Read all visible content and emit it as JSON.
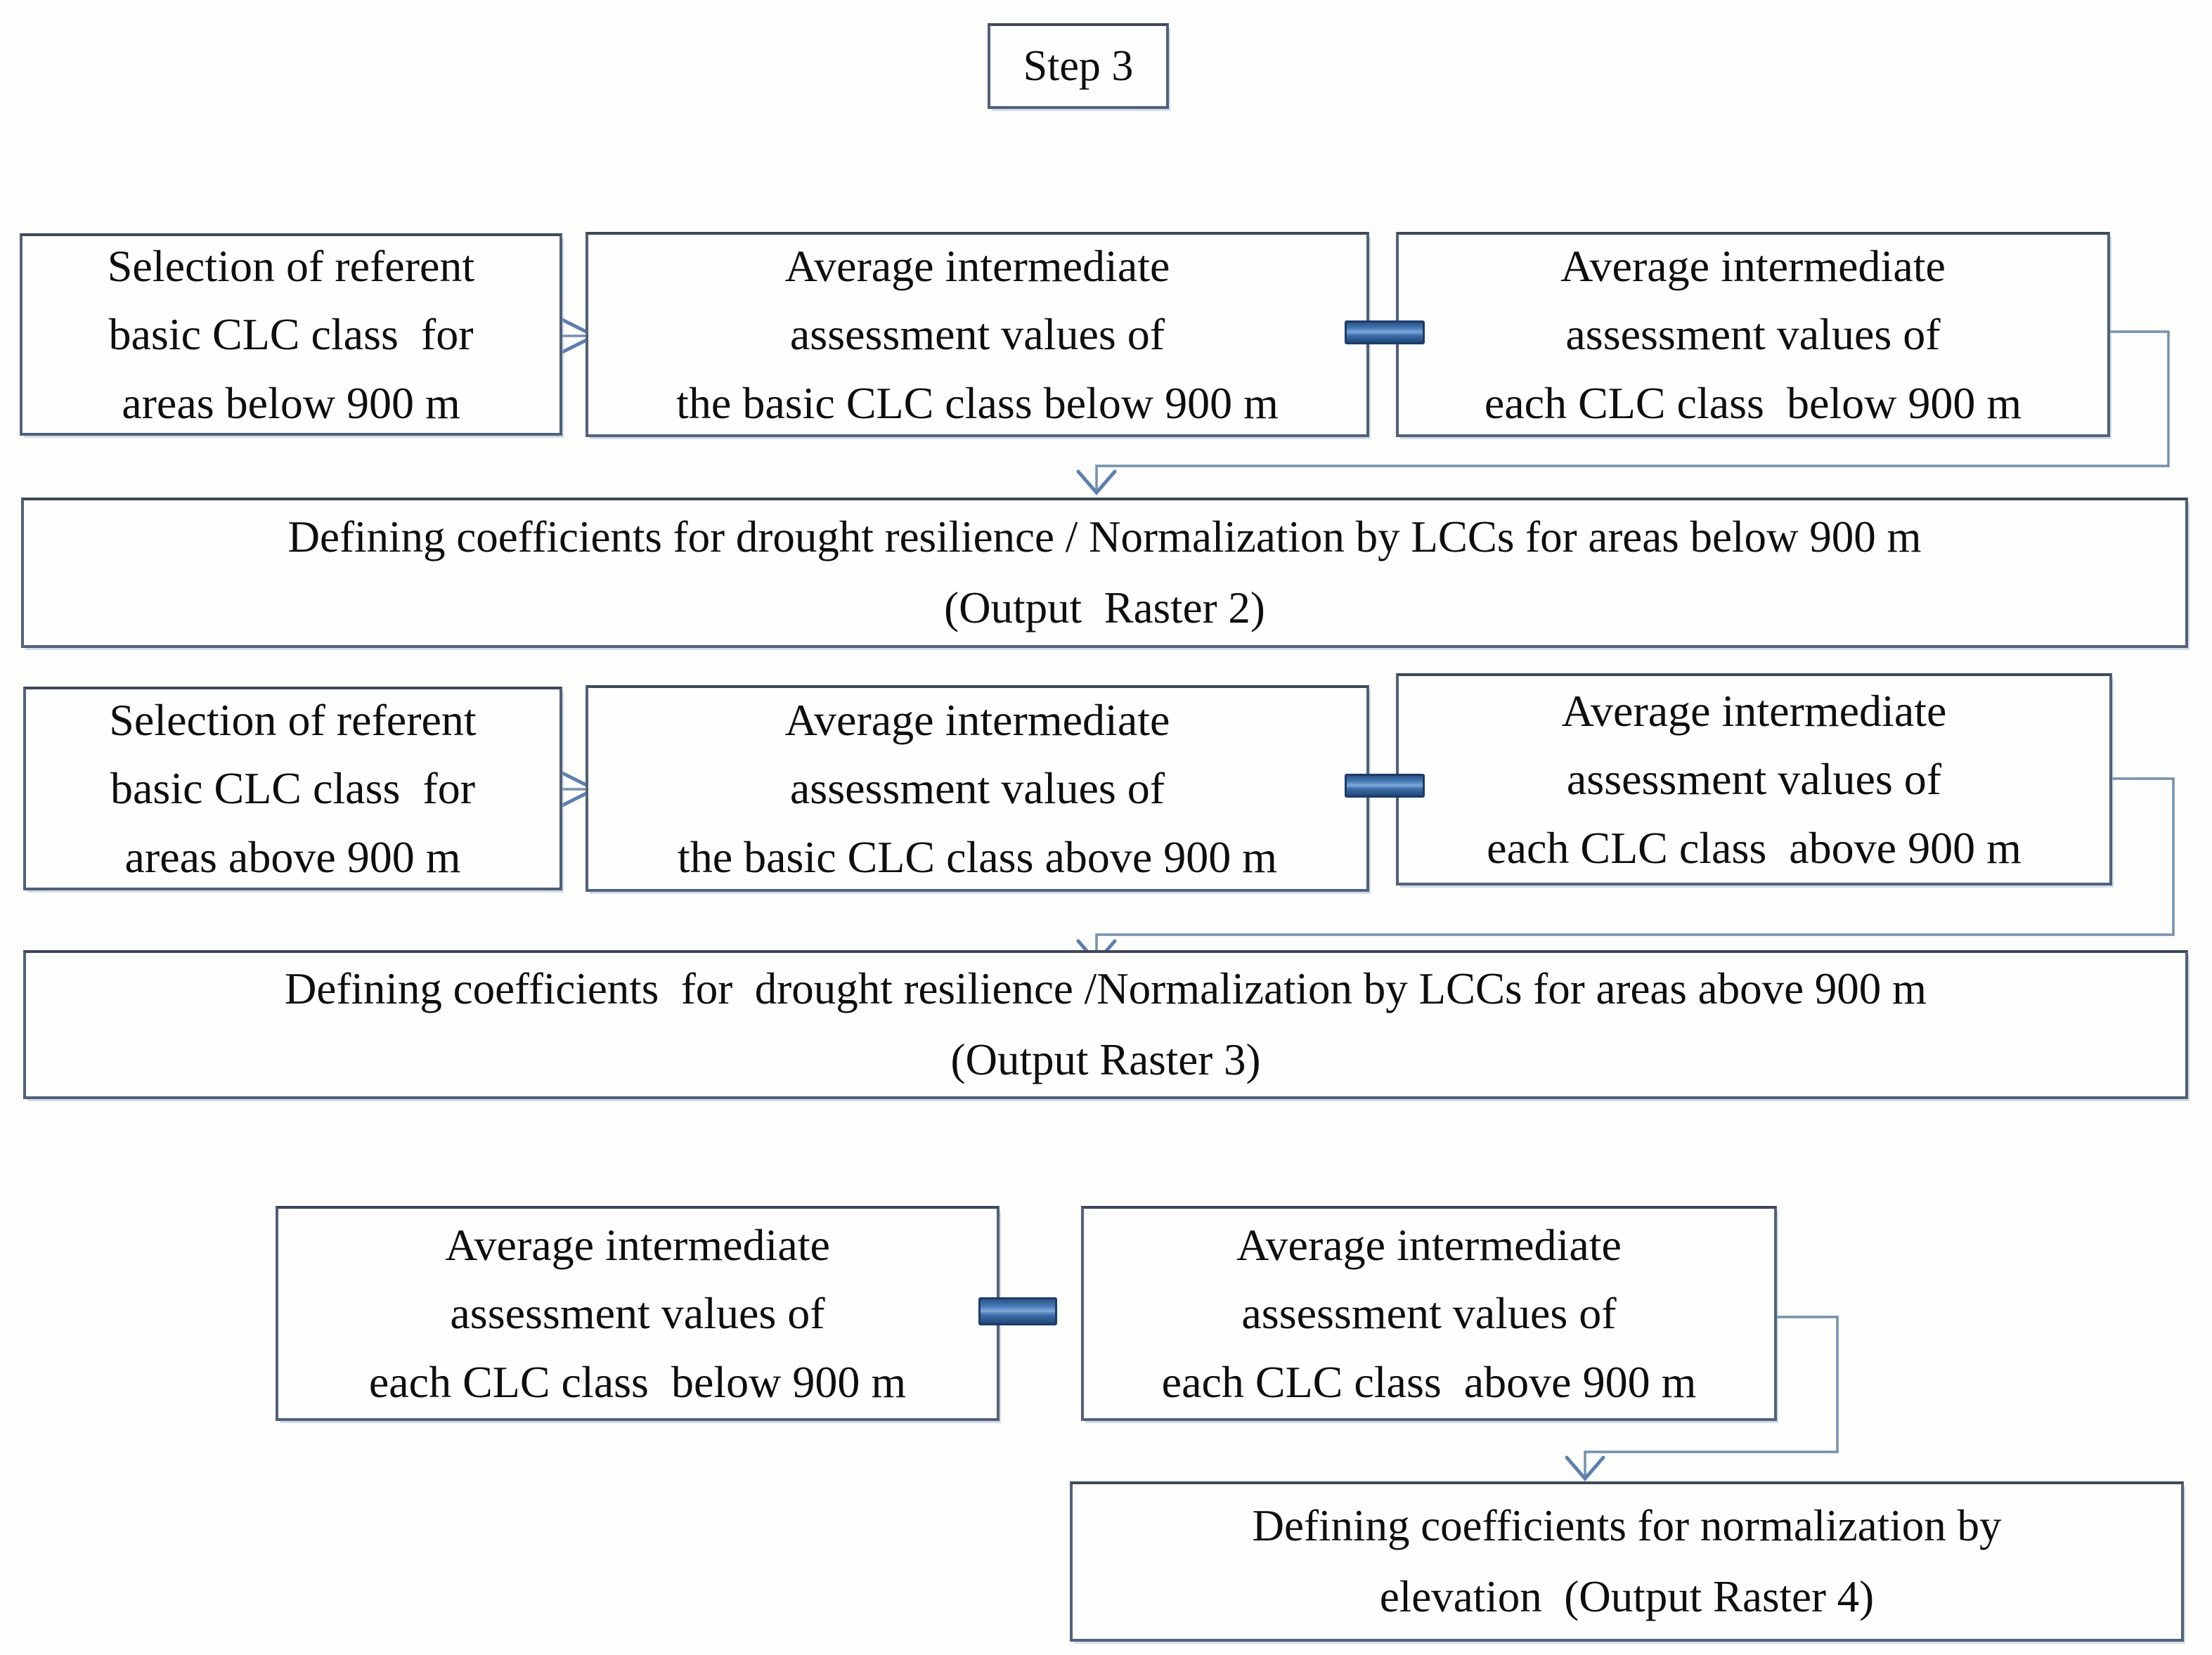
{
  "figure": {
    "step_label": "Step 3"
  },
  "boxes": {
    "select_below": {
      "text": "Selection of referent\nbasic CLC class  for\nareas below 900 m"
    },
    "avg_basic_below": {
      "text": "Average intermediate\nassessment values of\nthe basic CLC class below 900 m"
    },
    "avg_each_below": {
      "text": "Average intermediate\nassessment values of\neach CLC class  below 900 m"
    },
    "output_raster_2": {
      "text": "Defining coefficients for drought resilience / Normalization by LCCs for areas below 900 m\n(Output  Raster 2)"
    },
    "select_above": {
      "text": "Selection of referent\nbasic CLC class  for\nareas above 900 m"
    },
    "avg_basic_above": {
      "text": "Average intermediate\nassessment values of\nthe basic CLC class above 900 m"
    },
    "avg_each_above": {
      "text": "Average intermediate\nassessment values of\neach CLC class  above 900 m"
    },
    "output_raster_3": {
      "text": "Defining coefficients  for  drought resilience /Normalization by LCCs for areas above 900 m\n(Output Raster 3)"
    },
    "avg_each_below_2": {
      "text": "Average intermediate\nassessment values of\neach CLC class  below 900 m"
    },
    "avg_each_above_2": {
      "text": "Average intermediate\nassessment values of\neach CLC class  above 900 m"
    },
    "output_raster_4": {
      "text": "Defining coefficients for normalization by\nelevation  (Output Raster 4)"
    }
  },
  "connectors": [
    {
      "type": "arrow-right",
      "from": "select_below",
      "to": "avg_basic_below"
    },
    {
      "type": "equals-link",
      "from": "avg_basic_below",
      "to": "avg_each_below"
    },
    {
      "type": "elbow-arrow",
      "from": "avg_each_below",
      "to": "output_raster_2"
    },
    {
      "type": "arrow-right",
      "from": "select_above",
      "to": "avg_basic_above"
    },
    {
      "type": "equals-link",
      "from": "avg_basic_above",
      "to": "avg_each_above"
    },
    {
      "type": "elbow-arrow",
      "from": "avg_each_above",
      "to": "output_raster_3"
    },
    {
      "type": "equals-link",
      "from": "avg_each_below_2",
      "to": "avg_each_above_2"
    },
    {
      "type": "elbow-arrow",
      "from": "avg_each_above_2",
      "to": "output_raster_4"
    }
  ],
  "colors": {
    "box_border": "#51617a",
    "connector_line": "#7590ac",
    "arrowhead": "#5d7fae",
    "equals_fill": "#4479b6",
    "equals_border": "#1c3c66"
  }
}
